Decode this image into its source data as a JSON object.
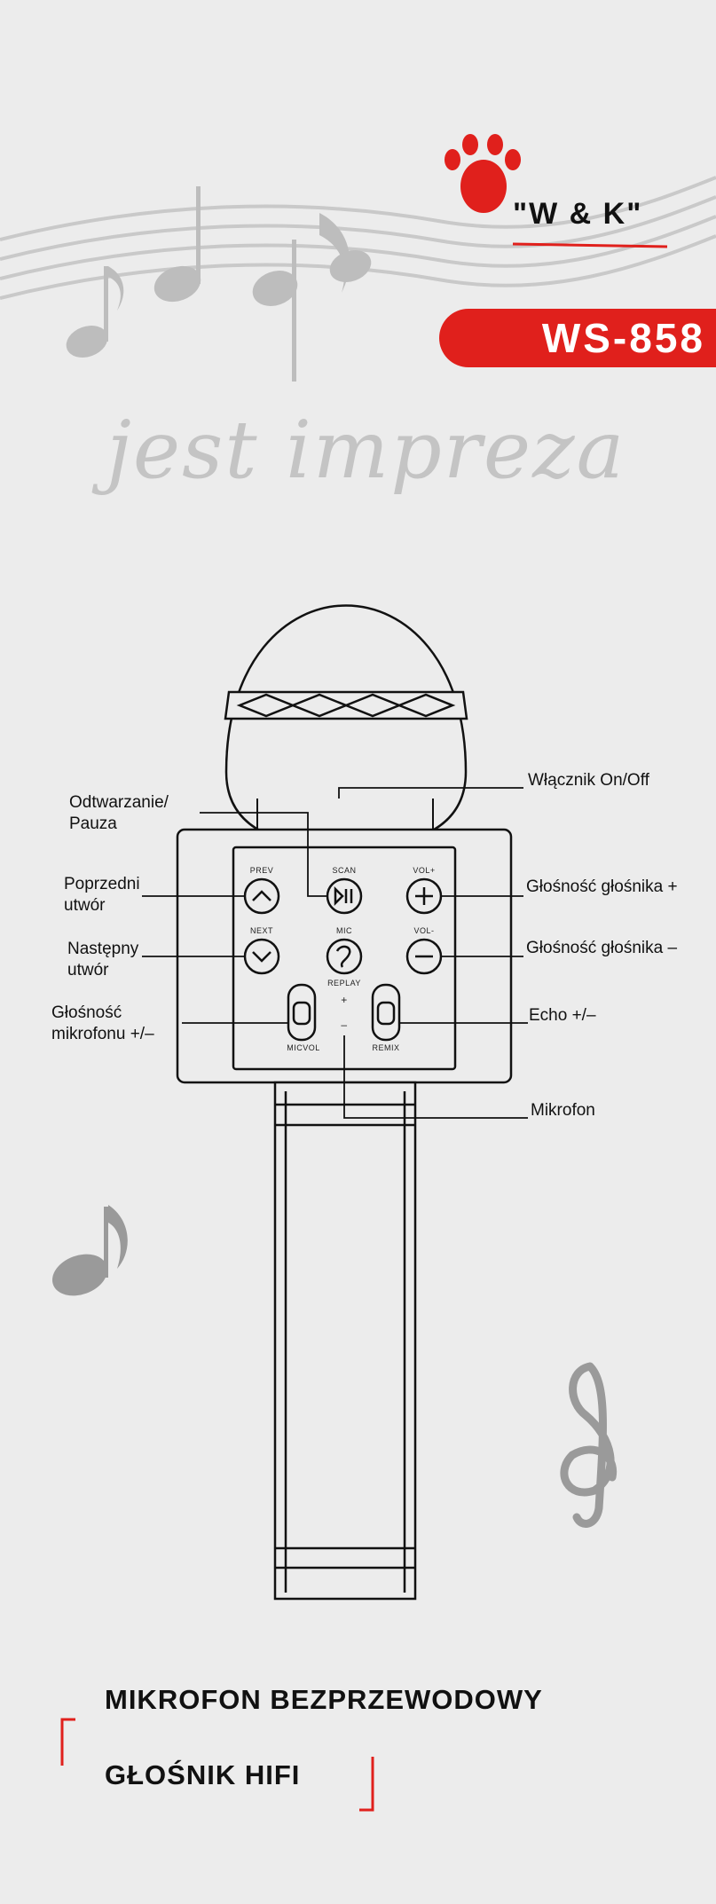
{
  "brand": {
    "name": "\"W & K\"",
    "model": "WS-858",
    "slogan": "jest impreza"
  },
  "accent_color": "#e0201c",
  "icons": [
    "paw-logo-icon",
    "eighth-note-icon",
    "quarter-note-icon",
    "treble-clef-icon",
    "music-staff-icon"
  ],
  "callouts": {
    "play_pause": "Odtwarzanie/\nPauza",
    "power": "Włącznik On/Off",
    "prev_track": "Poprzedni\nutwór",
    "vol_up": "Głośność głośnika +",
    "next_track": "Następny\nutwór",
    "vol_down": "Głośność głośnika –",
    "mic_volume": "Głośność\nmikrofonu +/–",
    "echo": "Echo +/–",
    "mic": "Mikrofon"
  },
  "buttons": {
    "prev": "PREV",
    "scan": "SCAN",
    "vol_plus": "VOL+",
    "next": "NEXT",
    "mic": "MIC",
    "vol_minus": "VOL-",
    "replay": "REPLAY",
    "plus": "+",
    "minus": "–",
    "micvol": "MICVOL",
    "remix": "REMIX"
  },
  "product_titles": {
    "line1": "MIKROFON BEZPRZEWODOWY",
    "line2": "GŁOŚNIK HIFI"
  }
}
